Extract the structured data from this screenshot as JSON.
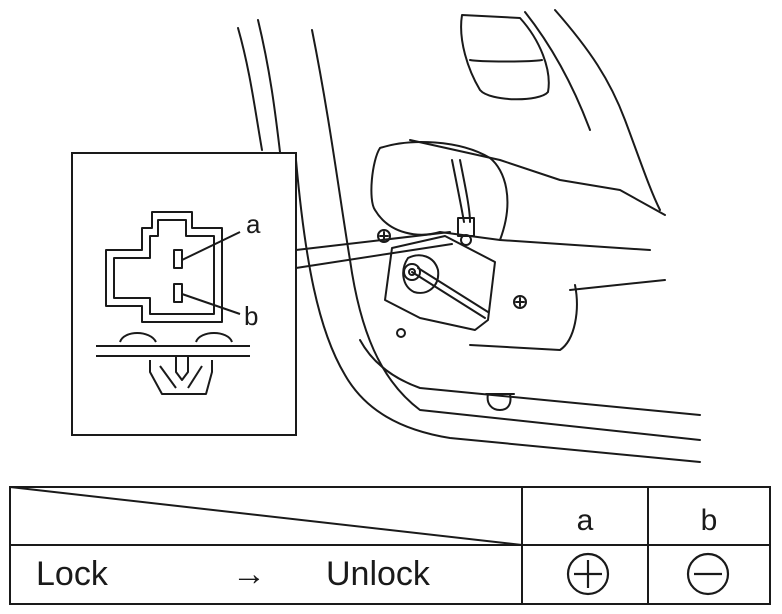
{
  "inset": {
    "terminal_a": "a",
    "terminal_b": "b"
  },
  "table": {
    "headers": [
      "a",
      "b"
    ],
    "row": {
      "from": "Lock",
      "arrow": "→",
      "to": "Unlock",
      "a_polarity": "positive",
      "b_polarity": "negative"
    }
  }
}
